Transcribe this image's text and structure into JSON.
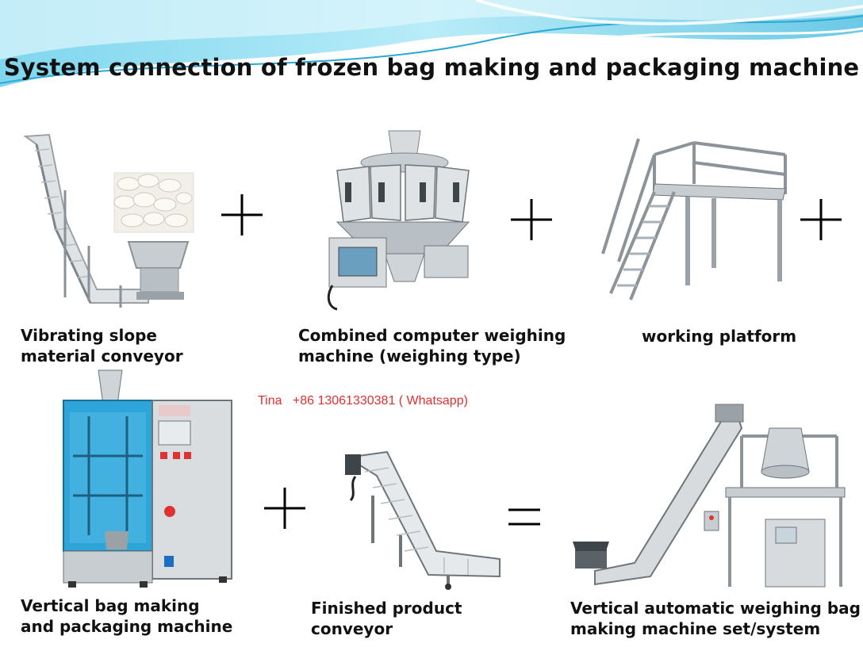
{
  "title": "System connection of frozen bag making and packaging machine",
  "contact": "Tina   +86 13061330381 ( Whatsapp)",
  "items": [
    {
      "line1": "Vibrating slope",
      "line2": "material conveyor"
    },
    {
      "line1": "Combined computer weighing",
      "line2": "machine (weighing type)"
    },
    {
      "line1": "working platform",
      "line2": ""
    },
    {
      "line1": "Vertical bag making",
      "line2": "and packaging machine"
    },
    {
      "line1": "Finished product",
      "line2": "conveyor"
    },
    {
      "line1": "Vertical automatic weighing bag",
      "line2": "making machine set/system"
    }
  ],
  "colors": {
    "banner_light": "#d9f3fb",
    "banner_mid": "#8fdcf0",
    "banner_dark": "#3cb9dc",
    "contact": "#e03030",
    "steel": "#c8ccd0",
    "blue_panel": "#2ea5d8"
  }
}
